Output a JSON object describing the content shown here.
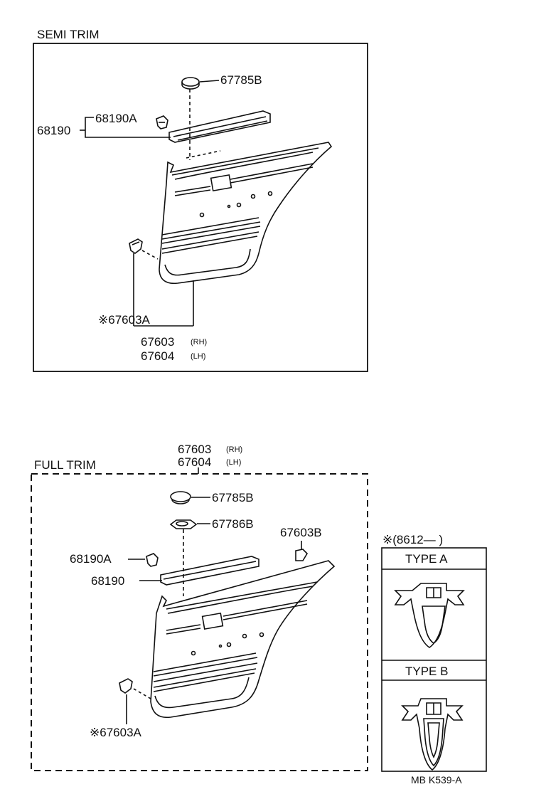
{
  "semi": {
    "title": "SEMI TRIM",
    "p67785b": "67785B",
    "p68190": "68190",
    "p68190a": "68190A",
    "p67603a": "※67603A",
    "p67603": "67603",
    "rh": "(RH)",
    "p67604": "67604",
    "lh": "(LH)"
  },
  "full": {
    "title": "FULL TRIM",
    "p67603": "67603",
    "rh": "(RH)",
    "p67604": "67604",
    "lh": "(LH)",
    "p67785b": "67785B",
    "p67786b": "67786B",
    "p67603b": "67603B",
    "p68190a": "68190A",
    "p68190": "68190",
    "p67603a": "※67603A"
  },
  "clip_table": {
    "header": "※(8612—        )",
    "type_a": "TYPE  A",
    "type_b": "TYPE  B"
  },
  "footer": {
    "code": "MB   K539-A"
  }
}
